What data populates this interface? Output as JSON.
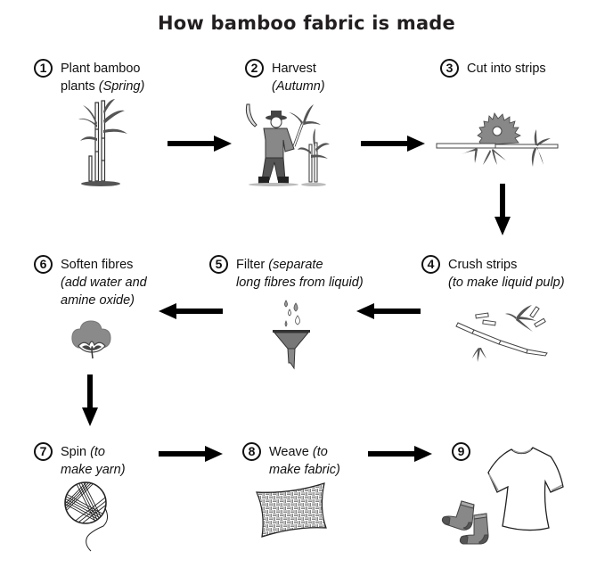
{
  "title": "How bamboo fabric is made",
  "steps": [
    {
      "number": "1",
      "line1": "Plant bamboo",
      "line2_plain": "plants ",
      "line2_italic": "(Spring)",
      "icon": "bamboo-plant-icon"
    },
    {
      "number": "2",
      "line1": "Harvest",
      "line2_italic": "(Autumn)",
      "icon": "farmer-harvesting-icon"
    },
    {
      "number": "3",
      "line1": "Cut into strips",
      "icon": "saw-blade-icon"
    },
    {
      "number": "4",
      "line1": "Crush strips",
      "line2_italic": "(to make liquid pulp)",
      "icon": "crushed-bamboo-icon"
    },
    {
      "number": "5",
      "line1_plain": "Filter ",
      "line1_italic": "(separate",
      "line2_italic": "long fibres from liquid)",
      "icon": "funnel-filter-icon"
    },
    {
      "number": "6",
      "line1": "Soften fibres",
      "line2_italic": "(add water and",
      "line3_italic": "amine oxide)",
      "icon": "cotton-boll-icon"
    },
    {
      "number": "7",
      "line1_plain": "Spin ",
      "line1_italic": "(to",
      "line2_italic": "make yarn)",
      "icon": "yarn-ball-icon"
    },
    {
      "number": "8",
      "line1_plain": "Weave ",
      "line1_italic": "(to",
      "line2_italic": "make fabric)",
      "icon": "woven-fabric-icon"
    },
    {
      "number": "9",
      "icon": "tshirt-and-socks-icon"
    }
  ],
  "colors": {
    "ink": "#111111",
    "grey_fill": "#8a8a8a",
    "dark_grey": "#555555",
    "light_grey": "#bdbdbd"
  }
}
